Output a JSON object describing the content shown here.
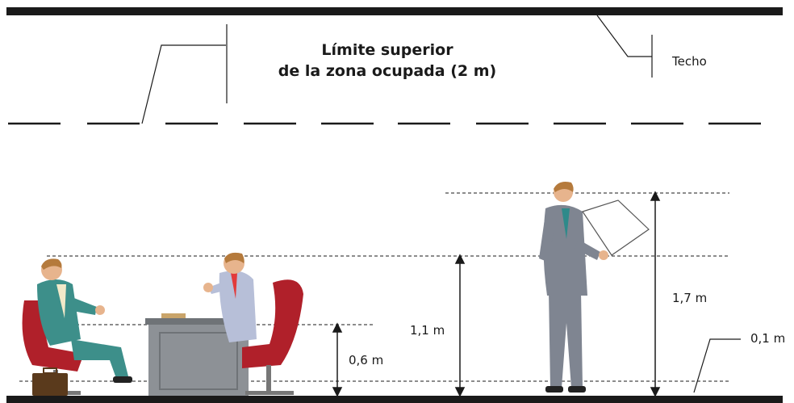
{
  "title": {
    "line1": "Límite superior",
    "line2": "de la zona ocupada (2 m)"
  },
  "labels": {
    "ceiling": "Techo",
    "h_06": "0,6 m",
    "h_11": "1,1 m",
    "h_17": "1,7 m",
    "h_01": "0,1 m"
  },
  "colors": {
    "line": "#1a1a1a",
    "suit_seated": "#3d8f8a",
    "shirt_seated": "#f2e9c9",
    "suit_blue": "#b7bfd8",
    "suit_grey": "#7f8591",
    "chair": "#b0202a",
    "desk": "#8d9196",
    "skin": "#e7b48d",
    "hair": "#b57a3c",
    "bag": "#5a3a1c"
  },
  "figures": {
    "seated_left": "seated-person-icon",
    "seated_right": "seated-person-icon",
    "standing": "standing-person-icon",
    "desk": "desk-icon",
    "briefcase": "briefcase-icon",
    "chair": "armchair-icon"
  }
}
